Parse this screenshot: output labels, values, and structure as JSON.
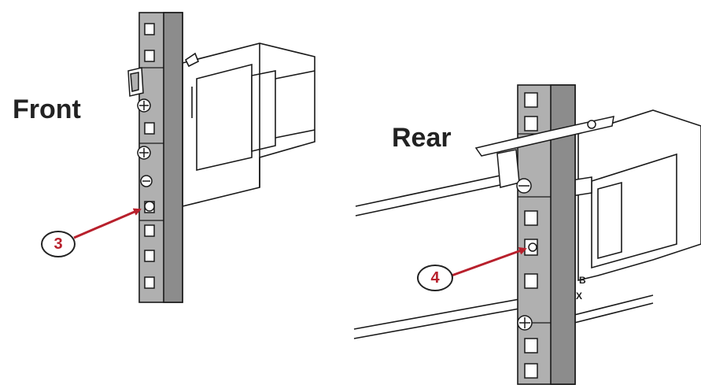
{
  "views": {
    "front": {
      "label": "Front",
      "callout": "3"
    },
    "rear": {
      "label": "Rear",
      "callout": "4",
      "rail_marking_1": "B",
      "rail_marking_2": "X"
    }
  },
  "colors": {
    "post": "#b0b0b0",
    "post_dark": "#8c8c8c",
    "line": "#1a1a1a",
    "arrow": "#b8202c",
    "callout_text": "#b8202c"
  },
  "icons": [
    "rack-post",
    "rail-bracket",
    "mounting-screw",
    "pointer-arrow"
  ]
}
